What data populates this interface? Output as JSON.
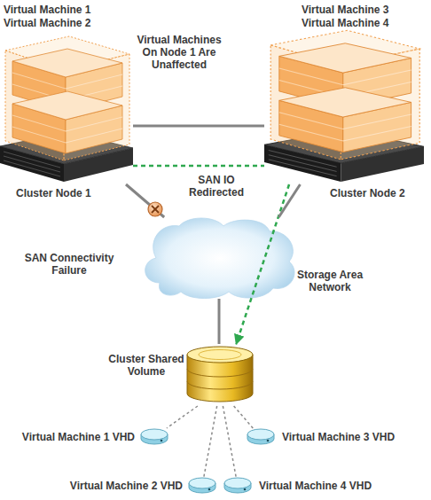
{
  "diagram": {
    "nodes": [
      {
        "text": [
          "Virtual Machine 1",
          "Virtual Machine 2",
          "Cluster Node 1"
        ]
      },
      {
        "text": [
          "Virtual Machine 3",
          "Virtual Machine 4",
          "Cluster Node 2"
        ]
      },
      {
        "text": [
          "Storage Area Network"
        ]
      },
      {
        "text": [
          "Cluster Shared Volume"
        ]
      },
      {
        "text": [
          "Virtual Machine 1 VHD"
        ]
      },
      {
        "text": [
          "Virtual Machine 3 VHD"
        ]
      },
      {
        "text": [
          "Virtual Machine 2 VHD"
        ]
      },
      {
        "text": [
          "Virtual Machine 4 VHD"
        ]
      }
    ],
    "edges": [
      {
        "from": 0,
        "to": 1,
        "arrow": "none"
      },
      {
        "from": 0,
        "to": 1,
        "label": "SAN IO Redirected",
        "arrow": "none"
      },
      {
        "from": 1,
        "to": 3,
        "arrow": "to"
      },
      {
        "from": 0,
        "to": 2,
        "arrow": "none"
      },
      {
        "from": 1,
        "to": 2,
        "arrow": "none"
      },
      {
        "from": 2,
        "to": 3,
        "arrow": "none"
      },
      {
        "from": 3,
        "to": 4,
        "arrow": "none"
      },
      {
        "from": 3,
        "to": 5,
        "arrow": "none"
      },
      {
        "from": 3,
        "to": 6,
        "arrow": "none"
      },
      {
        "from": 3,
        "to": 7,
        "arrow": "none"
      }
    ],
    "labels": [
      "Virtual Machines On Node 1 Are Unaffected",
      "SAN Connectivity Failure"
    ]
  }
}
